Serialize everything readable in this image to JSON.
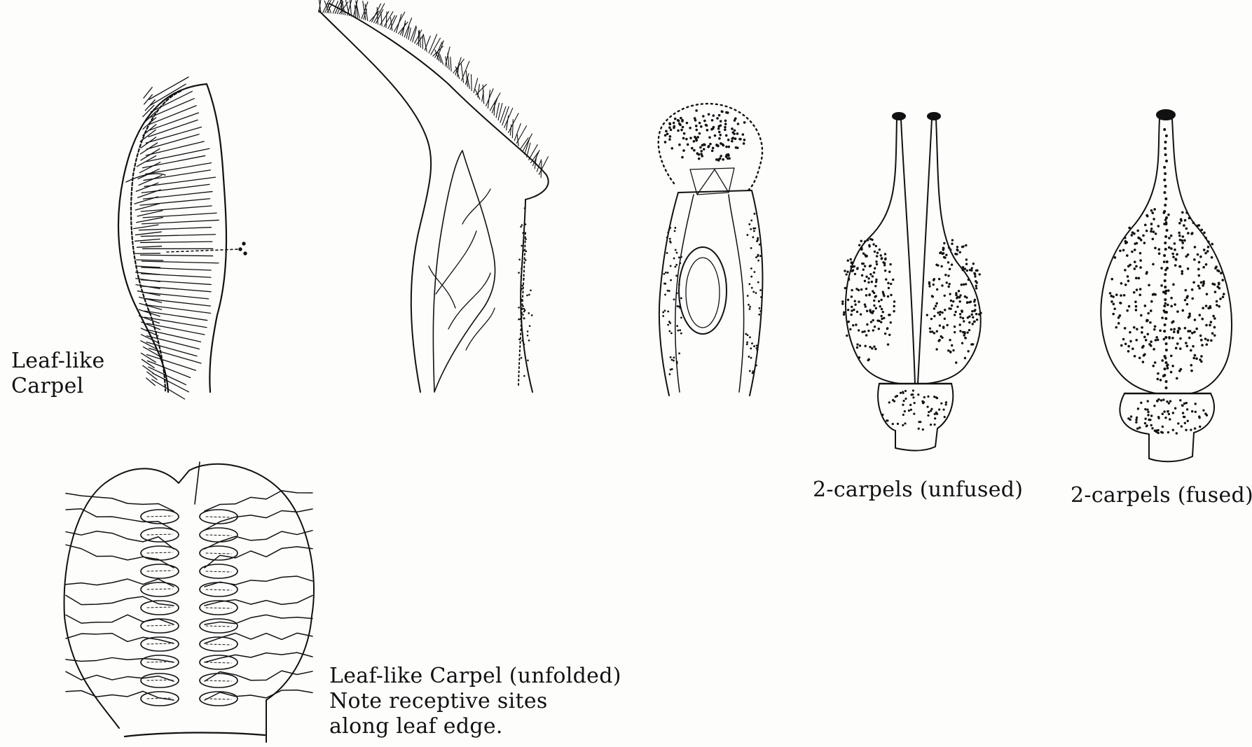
{
  "colors": {
    "ink": "#111111",
    "paper": "#fdfdfc"
  },
  "labels": {
    "leaf_carpel": {
      "line1": "Leaf-like",
      "line2": "Carpel"
    },
    "unfolded": {
      "line1": "Leaf-like Carpel (unfolded)",
      "line2": "Note  receptive sites",
      "line3": "along leaf edge."
    },
    "unfused": "2-carpels (unfused)",
    "fused": "2-carpels (fused)"
  }
}
